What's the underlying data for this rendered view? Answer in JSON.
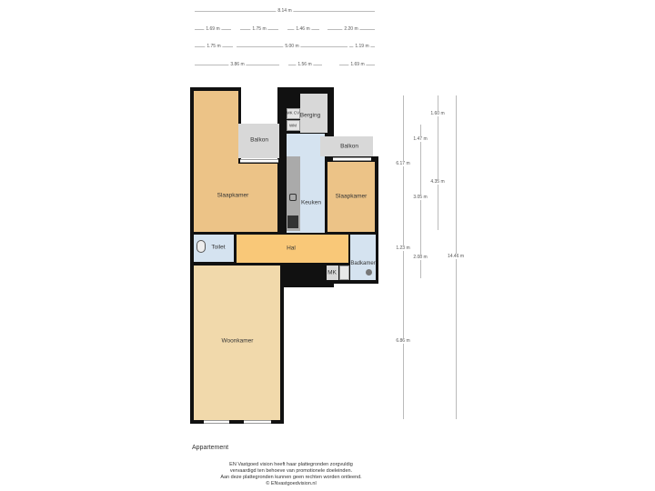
{
  "dimensions_horizontal": [
    {
      "row": 1,
      "items": [
        "8.14 m"
      ]
    },
    {
      "row": 2,
      "items": [
        "1.69 m",
        "1.75 m",
        "1.46 m",
        "2.20 m"
      ]
    },
    {
      "row": 3,
      "items": [
        "1.75 m",
        "5.00 m",
        "1.19 m"
      ]
    },
    {
      "row": 4,
      "items": [
        "3.86 m",
        "1.56 m",
        "1.69 m"
      ]
    }
  ],
  "dimensions_vertical": {
    "col1": [
      "6.17 m",
      "1.23 m",
      "6.86 m"
    ],
    "col2": [
      "1.47 m",
      "3.05 m",
      "2.08 m"
    ],
    "col3": [
      "1.60 m",
      "4.35 m"
    ],
    "col4": [
      "14.46 m"
    ]
  },
  "rooms": {
    "slaapkamer_left": "Slaapkamer",
    "balkon_left": "Balkon",
    "berging": "Berging",
    "mkcv": "MK CV",
    "wm": "WM",
    "balkon_right": "Balkon",
    "keuken": "Keuken",
    "slaapkamer_right": "Slaapkamer",
    "toilet": "Toilet",
    "hal": "Hal",
    "mk": "MK",
    "badkamer": "Badkamer",
    "woonkamer": "Woonkamer"
  },
  "colors": {
    "bedroom": "#ecc387",
    "hal": "#f9c878",
    "living": "#f1d9ab",
    "wet": "#d5e3f0",
    "outdoor": "#d8d8d8",
    "wall": "#111111"
  },
  "title": "Appartement",
  "disclaimer": [
    "EN Vastgoed vision heeft haar plattegronden zorgvuldig",
    "vervaardigd ten behoeve van promotionele doeleinden.",
    "Aan deze plattegronden kunnen geen rechten worden ontleend.",
    "© ENvastgoedvision.nl"
  ]
}
